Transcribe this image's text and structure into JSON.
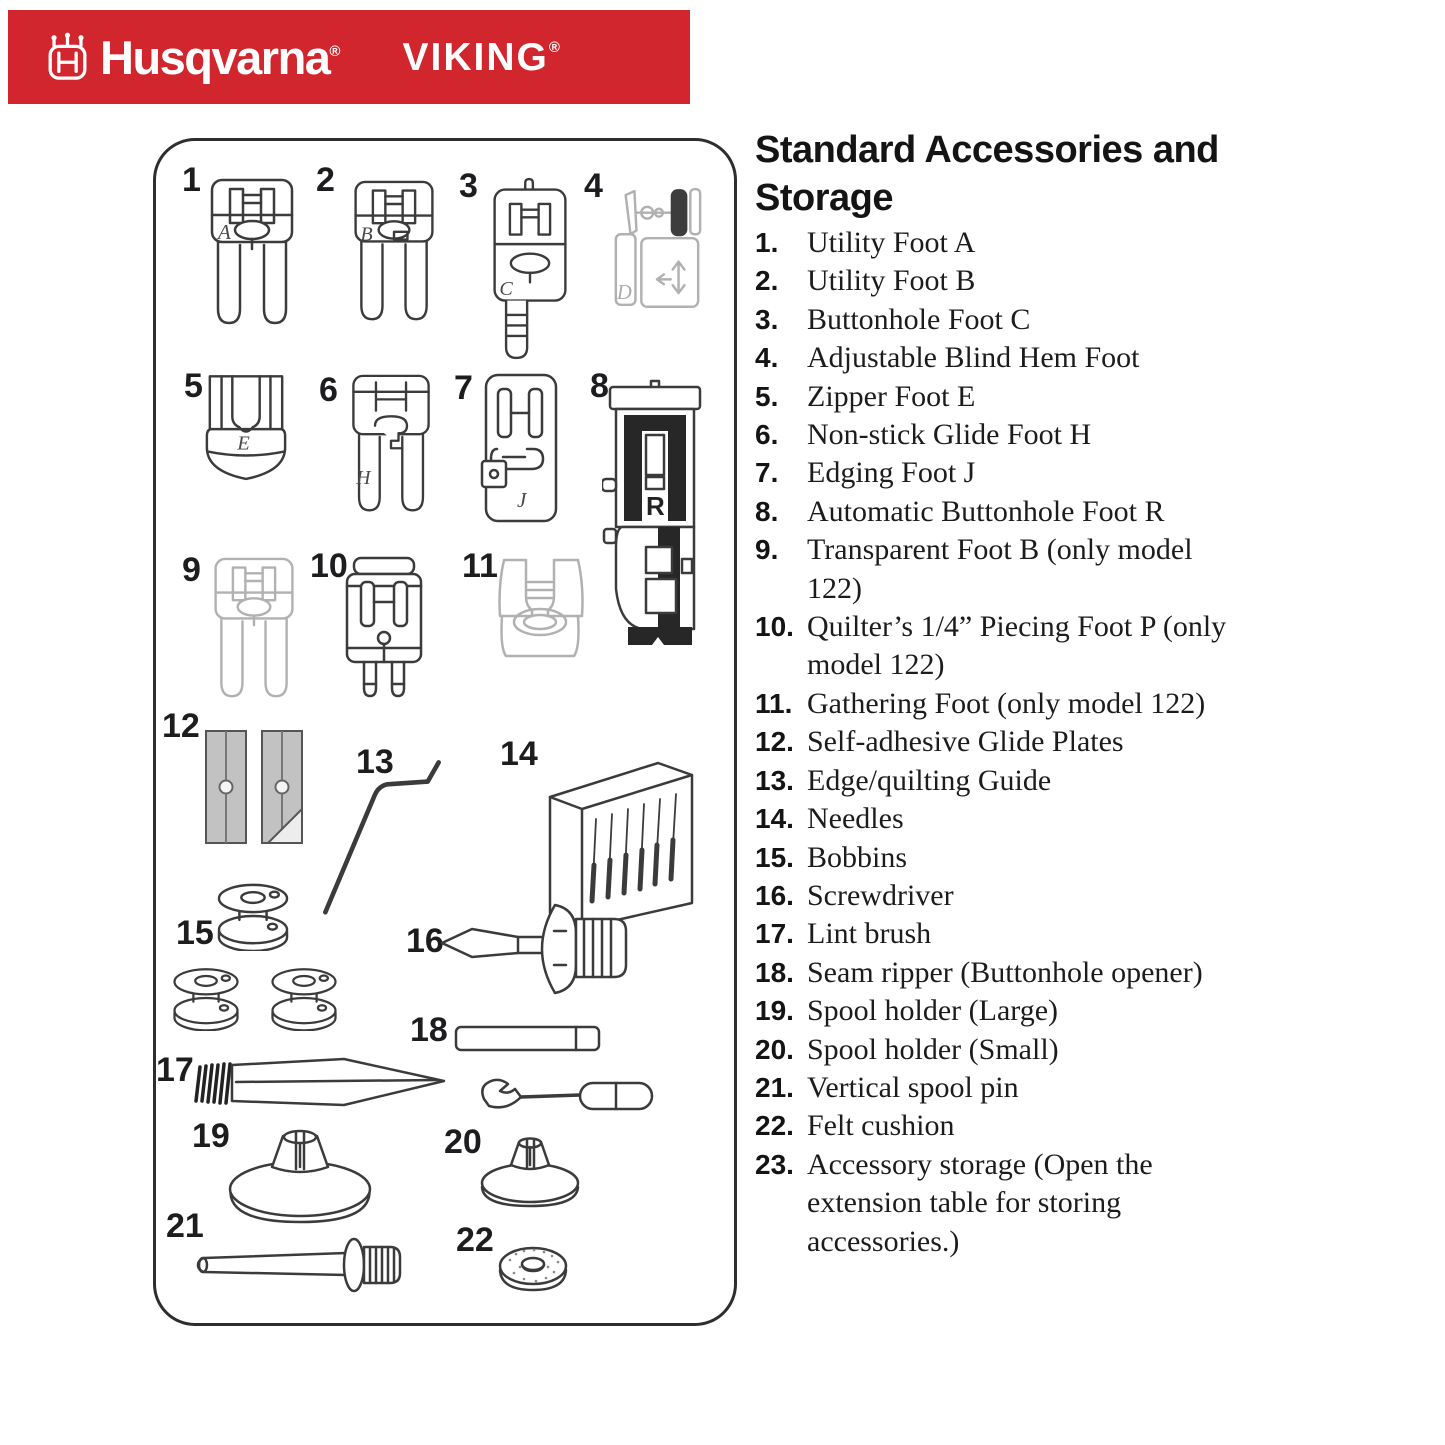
{
  "banner": {
    "husqvarna": "Husqvarna",
    "viking": "VIKING",
    "reg": "®",
    "color": "#d2262e"
  },
  "heading": {
    "title": "Standard Accessories and\nStorage"
  },
  "list": {
    "items": [
      {
        "n": "1.",
        "t": "Utility Foot A"
      },
      {
        "n": "2.",
        "t": "Utility Foot B"
      },
      {
        "n": "3.",
        "t": "Buttonhole Foot C"
      },
      {
        "n": "4.",
        "t": "Adjustable Blind Hem Foot"
      },
      {
        "n": "5.",
        "t": "Zipper Foot E"
      },
      {
        "n": "6.",
        "t": "Non-stick Glide Foot H"
      },
      {
        "n": "7.",
        "t": "Edging Foot J"
      },
      {
        "n": "8.",
        "t": "Automatic Buttonhole Foot R"
      },
      {
        "n": "9.",
        "t": "Transparent Foot B (only model\n122)"
      },
      {
        "n": "10.",
        "t": "Quilter’s 1/4” Piecing Foot P (only\nmodel 122)"
      },
      {
        "n": "11.",
        "t": "Gathering Foot (only model 122)"
      },
      {
        "n": "12.",
        "t": "Self-adhesive Glide Plates"
      },
      {
        "n": "13.",
        "t": "Edge/quilting Guide"
      },
      {
        "n": "14.",
        "t": "Needles"
      },
      {
        "n": "15.",
        "t": "Bobbins"
      },
      {
        "n": "16.",
        "t": "Screwdriver"
      },
      {
        "n": "17.",
        "t": "Lint brush"
      },
      {
        "n": "18.",
        "t": "Seam ripper (Buttonhole opener)"
      },
      {
        "n": "19.",
        "t": "Spool holder (Large)"
      },
      {
        "n": "20.",
        "t": "Spool holder (Small)"
      },
      {
        "n": "21.",
        "t": "Vertical spool pin"
      },
      {
        "n": "22.",
        "t": "Felt cushion"
      },
      {
        "n": "23.",
        "t": "Accessory storage (Open the\nextension table for storing\naccessories.)"
      }
    ]
  },
  "diagram": {
    "nums": [
      "1",
      "2",
      "3",
      "4",
      "5",
      "6",
      "7",
      "8",
      "9",
      "10",
      "11",
      "12",
      "13",
      "14",
      "15",
      "16",
      "17",
      "18",
      "19",
      "20",
      "21",
      "22"
    ],
    "letters": {
      "a": "A",
      "b": "B",
      "c": "C",
      "d": "D",
      "e": "E",
      "h": "H",
      "j": "J",
      "r": "R"
    }
  }
}
